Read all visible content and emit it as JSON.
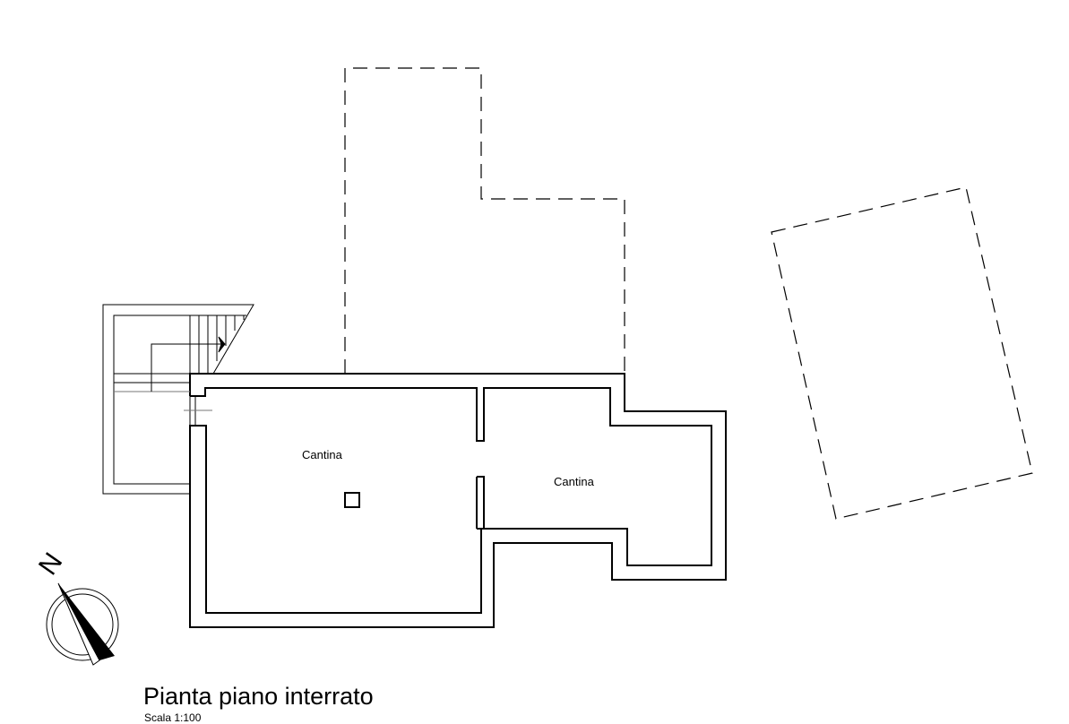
{
  "plan": {
    "title": "Pianta piano interrato",
    "scale": "Scala 1:100",
    "rooms": [
      {
        "label": "Cantina"
      },
      {
        "label": "Cantina"
      }
    ],
    "north_label": "N"
  }
}
